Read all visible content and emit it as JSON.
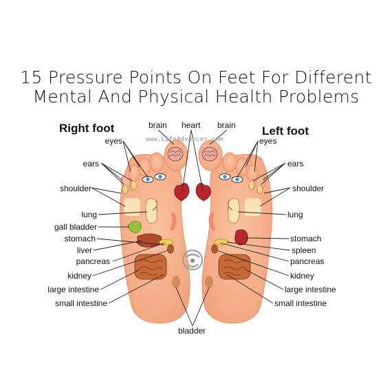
{
  "title": {
    "line1": "15 Pressure Points On Feet For Different",
    "line2": "Mental And Physical Health Problems"
  },
  "watermark": "www.LifeAdvancer.com",
  "right_foot": {
    "heading": "Right foot",
    "labels": {
      "eyes": "eyes",
      "ears": "ears",
      "shoulder": "shoulder",
      "lung": "lung",
      "gall_bladder": "gall bladder",
      "stomach": "stomach",
      "liver": "liver",
      "pancreas": "pancreas",
      "kidney": "kidney",
      "large_intestine": "large intestine",
      "small_intestine": "small intestine"
    }
  },
  "left_foot": {
    "heading": "Left foot",
    "labels": {
      "eyes": "eyes",
      "ears": "ears",
      "shoulder": "shoulder",
      "lung": "lung",
      "stomach": "stomach",
      "spleen": "spleen",
      "pancreas": "pancreas",
      "kidney": "kidney",
      "large_intestine": "large intestine",
      "small_intestine": "small intestine"
    }
  },
  "top_labels": {
    "brain_right": "brain",
    "heart": "heart",
    "brain_left": "brain"
  },
  "bottom_label": "bladder",
  "colors": {
    "skin": "#f7b48f",
    "skin_shadow": "#e99b78",
    "organ_red": "#c0392b",
    "organ_brown": "#b85a2a",
    "intestine": "#c8693a",
    "gall_green": "#9bc23f",
    "lung_cream": "#fbe3b8",
    "eye_blue": "#4a8fc0"
  }
}
